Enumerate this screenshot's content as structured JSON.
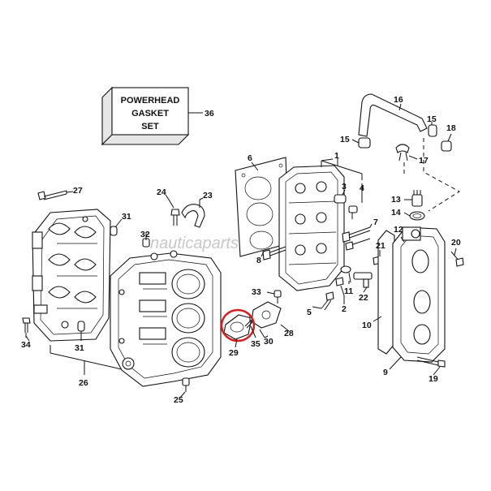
{
  "kit_box": {
    "lines": [
      "POWERHEAD",
      "GASKET",
      "SET"
    ],
    "callout": "36"
  },
  "watermark": "nauticaparts",
  "highlight": {
    "ring_color": "#d42020"
  },
  "callouts": [
    {
      "id": "c1",
      "text": "1"
    },
    {
      "id": "c2",
      "text": "2"
    },
    {
      "id": "c3",
      "text": "3"
    },
    {
      "id": "c4",
      "text": "4"
    },
    {
      "id": "c5",
      "text": "5"
    },
    {
      "id": "c6",
      "text": "6"
    },
    {
      "id": "c7",
      "text": "7"
    },
    {
      "id": "c8",
      "text": "8"
    },
    {
      "id": "c9",
      "text": "9"
    },
    {
      "id": "c10",
      "text": "10"
    },
    {
      "id": "c11",
      "text": "11"
    },
    {
      "id": "c12",
      "text": "12"
    },
    {
      "id": "c13",
      "text": "13"
    },
    {
      "id": "c14",
      "text": "14"
    },
    {
      "id": "c15a",
      "text": "15"
    },
    {
      "id": "c15b",
      "text": "15"
    },
    {
      "id": "c16",
      "text": "16"
    },
    {
      "id": "c17",
      "text": "17"
    },
    {
      "id": "c18",
      "text": "18"
    },
    {
      "id": "c19",
      "text": "19"
    },
    {
      "id": "c20",
      "text": "20"
    },
    {
      "id": "c21",
      "text": "21"
    },
    {
      "id": "c22",
      "text": "22"
    },
    {
      "id": "c23",
      "text": "23"
    },
    {
      "id": "c24",
      "text": "24"
    },
    {
      "id": "c25",
      "text": "25"
    },
    {
      "id": "c26",
      "text": "26"
    },
    {
      "id": "c27",
      "text": "27"
    },
    {
      "id": "c28",
      "text": "28"
    },
    {
      "id": "c29",
      "text": "29"
    },
    {
      "id": "c30",
      "text": "30"
    },
    {
      "id": "c31a",
      "text": "31"
    },
    {
      "id": "c31b",
      "text": "31"
    },
    {
      "id": "c32",
      "text": "32"
    },
    {
      "id": "c33",
      "text": "33"
    },
    {
      "id": "c34",
      "text": "34"
    },
    {
      "id": "c35",
      "text": "35"
    }
  ]
}
